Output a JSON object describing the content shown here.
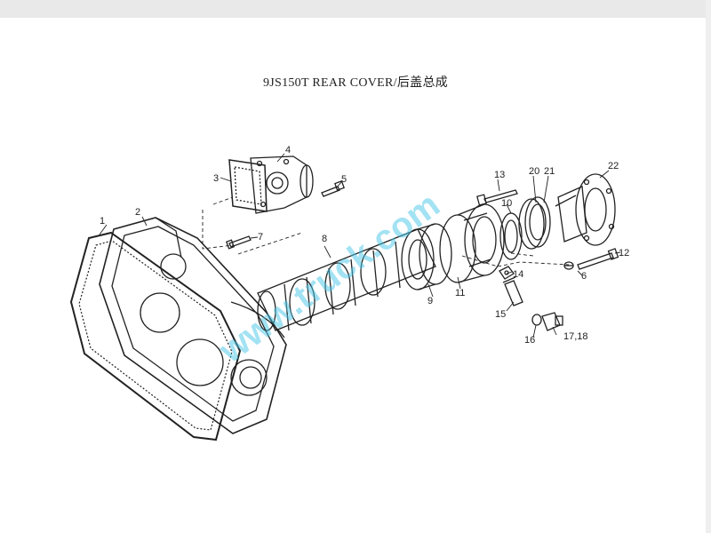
{
  "title": "9JS150T REAR COVER/后盖总成",
  "watermark": "www.truck.com",
  "colors": {
    "watermark_cyan": "#48c7e8",
    "watermark_purple": "#a07cc8",
    "line": "#222222",
    "paper": "#ffffff"
  },
  "callouts": [
    {
      "id": "c1",
      "text": "1"
    },
    {
      "id": "c2",
      "text": "2"
    },
    {
      "id": "c3",
      "text": "3"
    },
    {
      "id": "c4",
      "text": "4"
    },
    {
      "id": "c5",
      "text": "5"
    },
    {
      "id": "c6",
      "text": "6"
    },
    {
      "id": "c7",
      "text": "7"
    },
    {
      "id": "c8",
      "text": "8"
    },
    {
      "id": "c9",
      "text": "9"
    },
    {
      "id": "c10",
      "text": "10"
    },
    {
      "id": "c11",
      "text": "11"
    },
    {
      "id": "c12",
      "text": "12"
    },
    {
      "id": "c13",
      "text": "13"
    },
    {
      "id": "c14",
      "text": "14"
    },
    {
      "id": "c15",
      "text": "15"
    },
    {
      "id": "c16",
      "text": "16"
    },
    {
      "id": "c17",
      "text": "17,18"
    },
    {
      "id": "c20",
      "text": "20"
    },
    {
      "id": "c21",
      "text": "21"
    },
    {
      "id": "c22",
      "text": "22"
    }
  ]
}
